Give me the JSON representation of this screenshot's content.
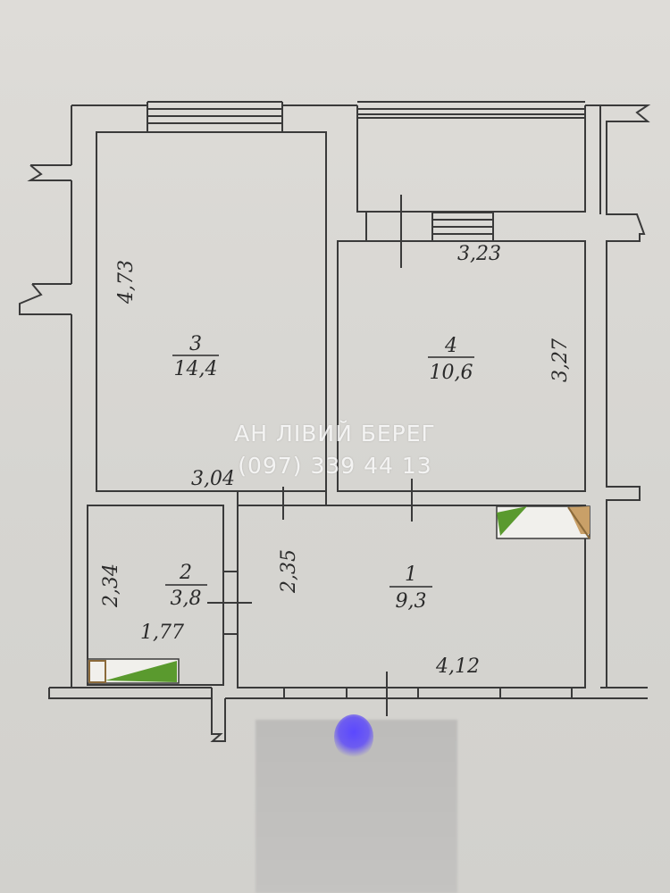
{
  "watermark": {
    "agency": "АН ЛІВИЙ БЕРЕГ",
    "phone": "(097) 339 44 13"
  },
  "rooms": [
    {
      "id": "room-3",
      "number": "3",
      "area": "14,4"
    },
    {
      "id": "room-4",
      "number": "4",
      "area": "10,6"
    },
    {
      "id": "room-2",
      "number": "2",
      "area": "3,8"
    },
    {
      "id": "room-1",
      "number": "1",
      "area": "9,3"
    }
  ],
  "dimensions": {
    "room3_height": "4,73",
    "room3_width": "3,04",
    "room4_width": "3,23",
    "room4_height": "3,27",
    "room2_height": "2,34",
    "room2_width": "1,77",
    "room1_height": "2,35",
    "room1_width": "4,12"
  },
  "colors": {
    "wall": "#d3d2ce",
    "line": "#3a3a3a",
    "fixture_green": "#5a9a2e",
    "fixture_brown": "#8b6a3a"
  }
}
